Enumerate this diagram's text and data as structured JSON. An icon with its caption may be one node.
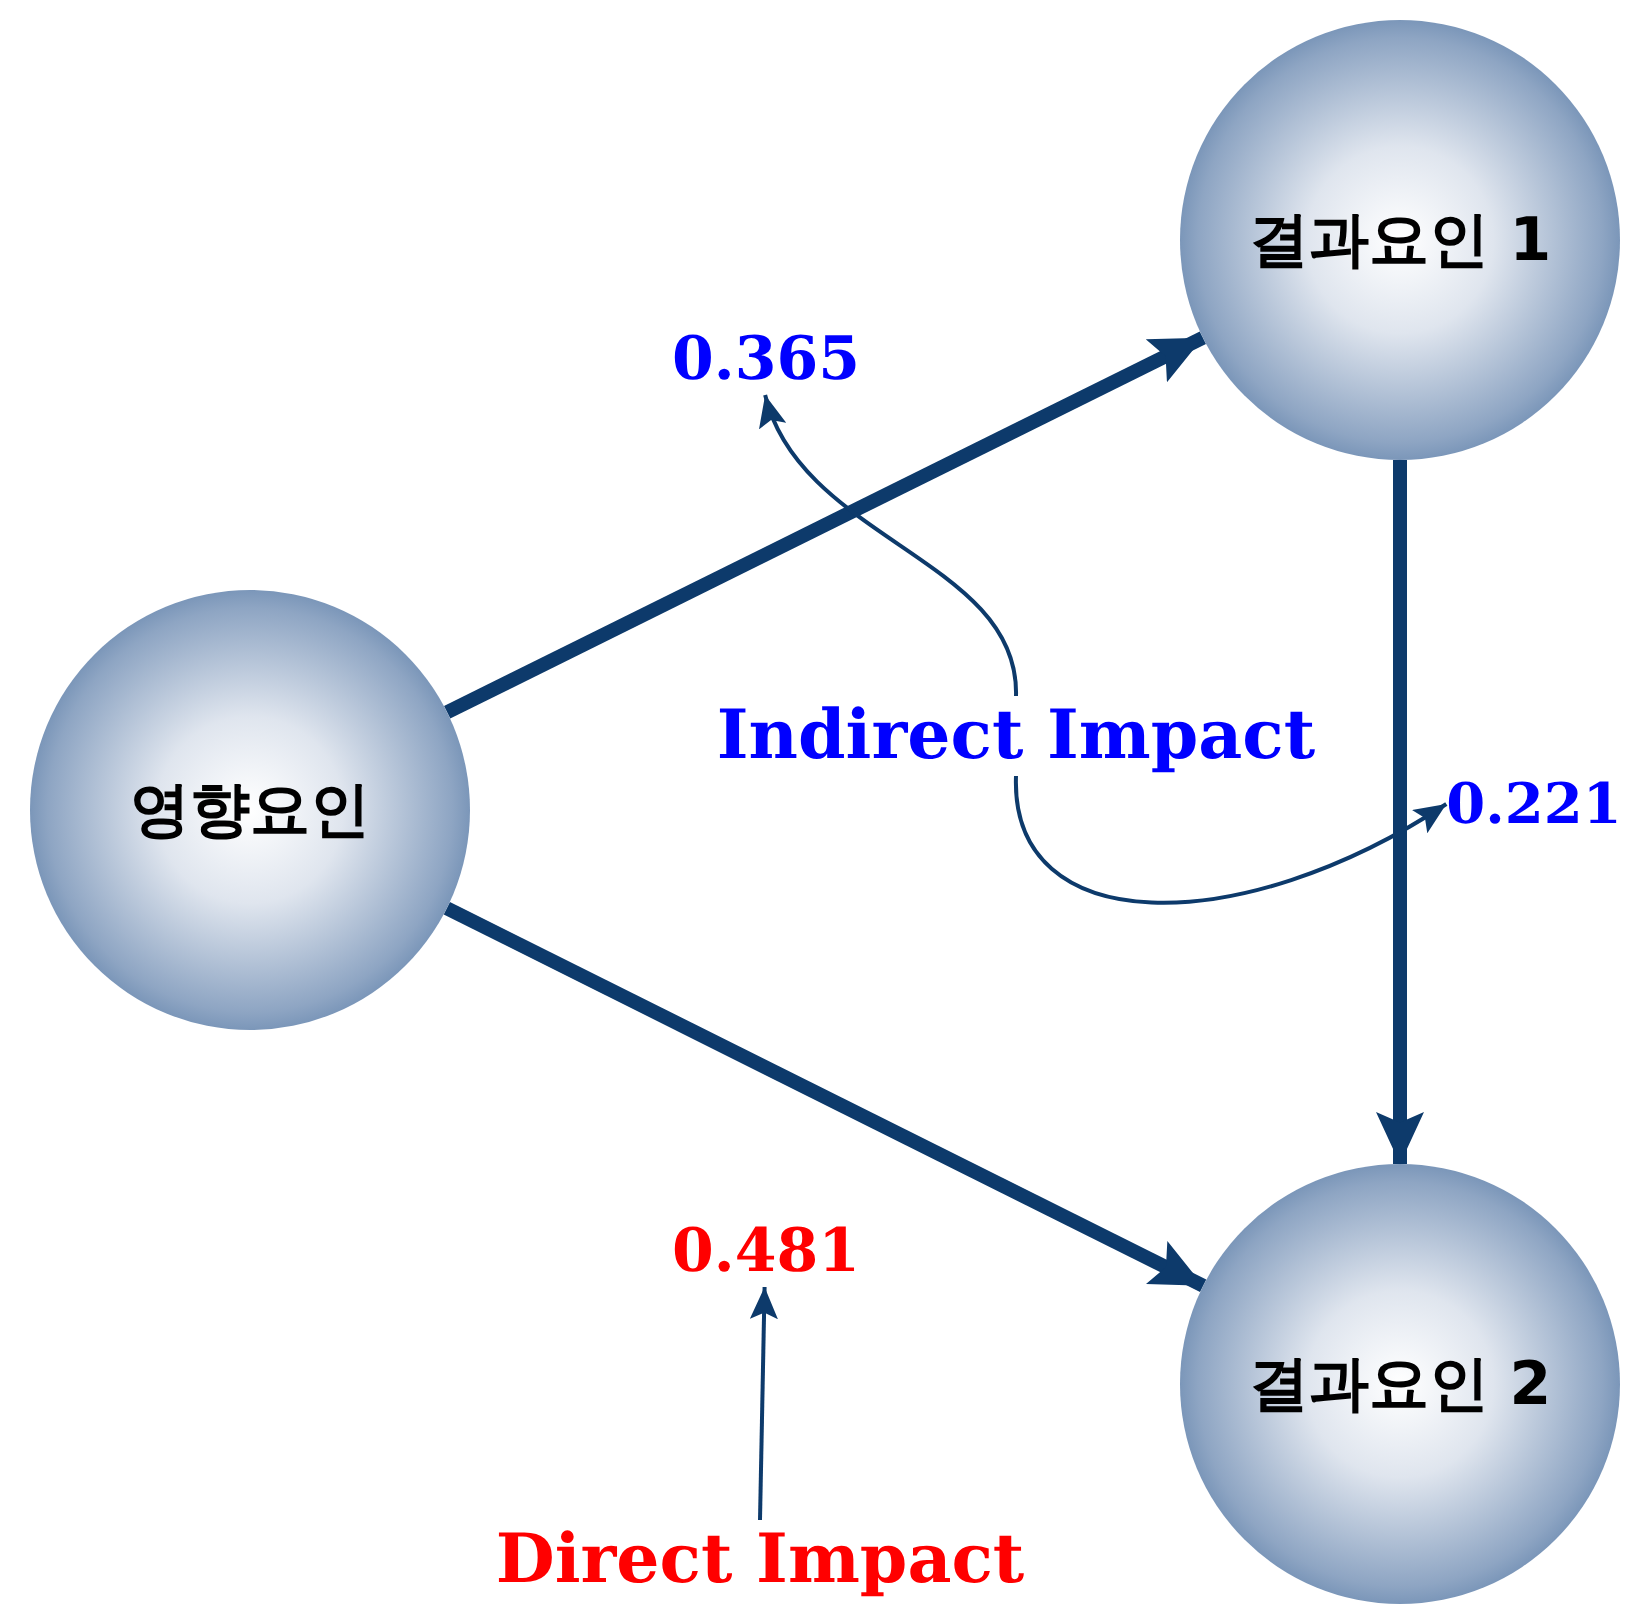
{
  "diagram": {
    "nodes": [
      {
        "text": [
          "영향요인"
        ]
      },
      {
        "text": [
          "결과요인 1"
        ]
      },
      {
        "text": [
          "결과요인 2"
        ]
      },
      {
        "text": [
          "0.365"
        ]
      },
      {
        "text": [
          "Indirect Impact"
        ]
      },
      {
        "text": [
          "0.221"
        ]
      },
      {
        "text": [
          "0.481"
        ]
      },
      {
        "text": [
          "Direct Impact"
        ]
      }
    ],
    "edges": [
      {
        "from": 0,
        "to": 1,
        "arrow": "to",
        "style": "thick"
      },
      {
        "from": 0,
        "to": 2,
        "arrow": "to",
        "style": "thick"
      },
      {
        "from": 1,
        "to": 2,
        "arrow": "to",
        "style": "thick"
      },
      {
        "from": 4,
        "to": 3,
        "arrow": "to"
      },
      {
        "from": 4,
        "to": 5,
        "arrow": "to"
      },
      {
        "from": 7,
        "to": 6,
        "arrow": "to"
      }
    ]
  }
}
